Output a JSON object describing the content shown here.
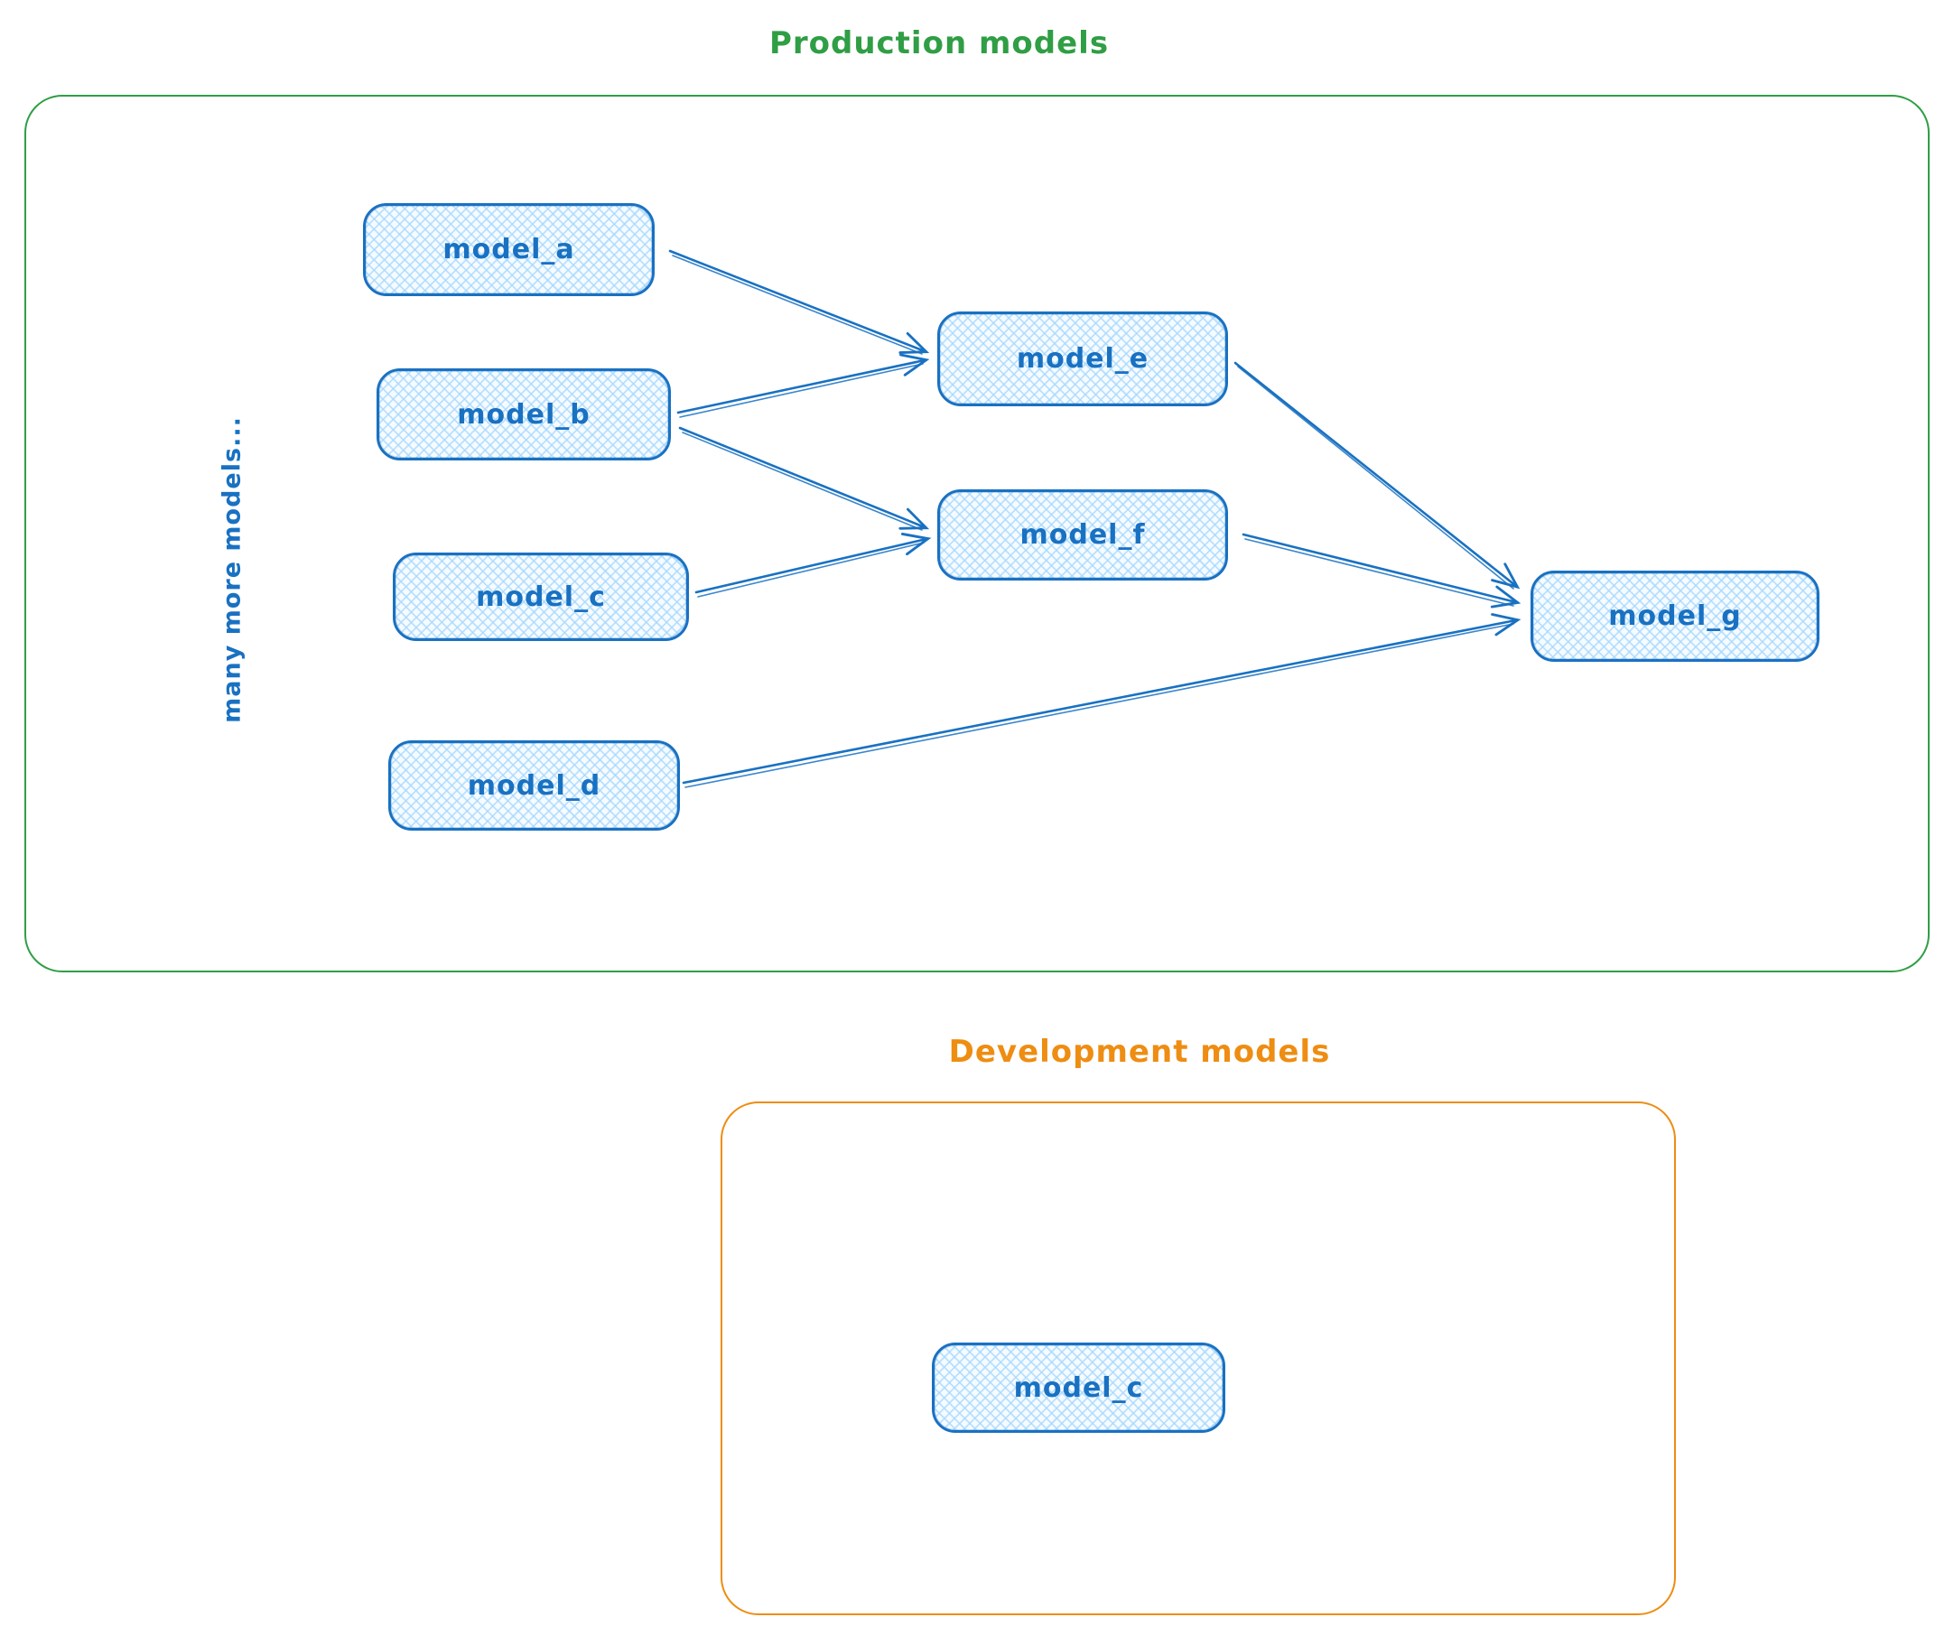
{
  "production": {
    "title": "Production models",
    "note": "many more models...",
    "nodes": {
      "a": "model_a",
      "b": "model_b",
      "c": "model_c",
      "d": "model_d",
      "e": "model_e",
      "f": "model_f",
      "g": "model_g"
    },
    "edges": [
      {
        "from": "model_a",
        "to": "model_e"
      },
      {
        "from": "model_b",
        "to": "model_e"
      },
      {
        "from": "model_b",
        "to": "model_f"
      },
      {
        "from": "model_c",
        "to": "model_f"
      },
      {
        "from": "model_e",
        "to": "model_g"
      },
      {
        "from": "model_f",
        "to": "model_g"
      },
      {
        "from": "model_d",
        "to": "model_g"
      }
    ]
  },
  "development": {
    "title": "Development models",
    "nodes": {
      "c": "model_c"
    }
  },
  "colors": {
    "production_accent": "#2f9e44",
    "development_accent": "#ee8d12",
    "node_stroke": "#1971c2",
    "node_fill_hatch": "#a5d8ff"
  }
}
